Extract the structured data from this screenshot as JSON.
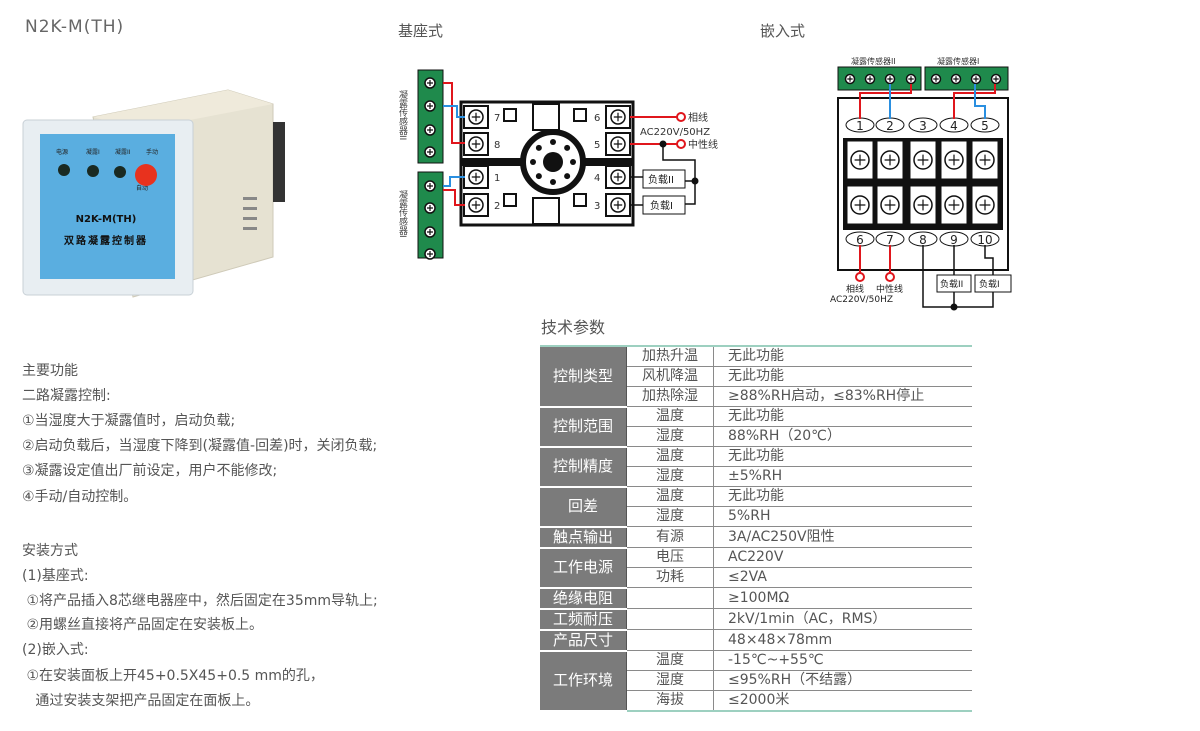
{
  "product_title": "N2K-M(TH)",
  "product_image": {
    "model": "N2K-M(TH)",
    "name": "双路凝露控制器",
    "leds": [
      "电源",
      "凝露I",
      "凝露II"
    ],
    "manual": "手动",
    "auto": "自动"
  },
  "base_mount": {
    "title": "基座式",
    "sensor2": "凝露传感器II",
    "sensor1": "凝露传感器I",
    "left_terminals": [
      "7",
      "8",
      "1",
      "2"
    ],
    "right_terminals": [
      "6",
      "5",
      "4",
      "3"
    ],
    "live": "相线",
    "supply": "AC220V/50HZ",
    "neutral": "中性线",
    "load2": "负载II",
    "load1": "负载I"
  },
  "embedded_mount": {
    "title": "嵌入式",
    "sensor2": "凝露传感器II",
    "sensor1": "凝露传感器I",
    "top_terminals": [
      "1",
      "2",
      "3",
      "4",
      "5"
    ],
    "bottom_terminals": [
      "6",
      "7",
      "8",
      "9",
      "10"
    ],
    "live": "相线",
    "neutral": "中性线",
    "supply": "AC220V/50HZ",
    "load2": "负载II",
    "load1": "负载I"
  },
  "functions": {
    "heading": "主要功能",
    "lines": [
      "二路凝露控制:",
      "①当湿度大于凝露值时，启动负载;",
      "②启动负载后，当湿度下降到(凝露值-回差)时，关闭负载;",
      "③凝露设定值出厂前设定，用户不能修改;",
      "④手动/自动控制。"
    ]
  },
  "installation": {
    "heading": "安装方式",
    "lines": [
      "(1)基座式:",
      " ①将产品插入8芯继电器座中，然后固定在35mm导轨上;",
      " ②用螺丝直接将产品固定在安装板上。",
      "(2)嵌入式:",
      " ①在安装面板上开45+0.5X45+0.5 mm的孔，",
      "   通过安装支架把产品固定在面板上。"
    ]
  },
  "spec": {
    "heading": "技术参数",
    "groups": [
      {
        "name": "控制类型",
        "rows": [
          [
            "加热升温",
            "无此功能"
          ],
          [
            "风机降温",
            "无此功能"
          ],
          [
            "加热除湿",
            "≥88%RH启动，≤83%RH停止"
          ]
        ]
      },
      {
        "name": "控制范围",
        "rows": [
          [
            "温度",
            "无此功能"
          ],
          [
            "湿度",
            "88%RH（20℃）"
          ]
        ]
      },
      {
        "name": "控制精度",
        "rows": [
          [
            "温度",
            "无此功能"
          ],
          [
            "湿度",
            "±5%RH"
          ]
        ]
      },
      {
        "name": "回差",
        "rows": [
          [
            "温度",
            "无此功能"
          ],
          [
            "湿度",
            "5%RH"
          ]
        ]
      },
      {
        "name": "触点输出",
        "rows": [
          [
            "有源",
            "3A/AC250V阻性"
          ]
        ]
      },
      {
        "name": "工作电源",
        "rows": [
          [
            "电压",
            "AC220V"
          ],
          [
            "功耗",
            "≤2VA"
          ]
        ]
      },
      {
        "name": "绝缘电阻",
        "rows": [
          [
            "",
            "≥100MΩ"
          ]
        ]
      },
      {
        "name": "工频耐压",
        "rows": [
          [
            "",
            "2kV/1min（AC，RMS）"
          ]
        ]
      },
      {
        "name": "产品尺寸",
        "rows": [
          [
            "",
            "48×48×78mm"
          ]
        ]
      },
      {
        "name": "工作环境",
        "rows": [
          [
            "温度",
            "-15℃~+55℃"
          ],
          [
            "湿度",
            "≤95%RH（不结露）"
          ],
          [
            "海拔",
            "≤2000米"
          ]
        ]
      }
    ]
  }
}
